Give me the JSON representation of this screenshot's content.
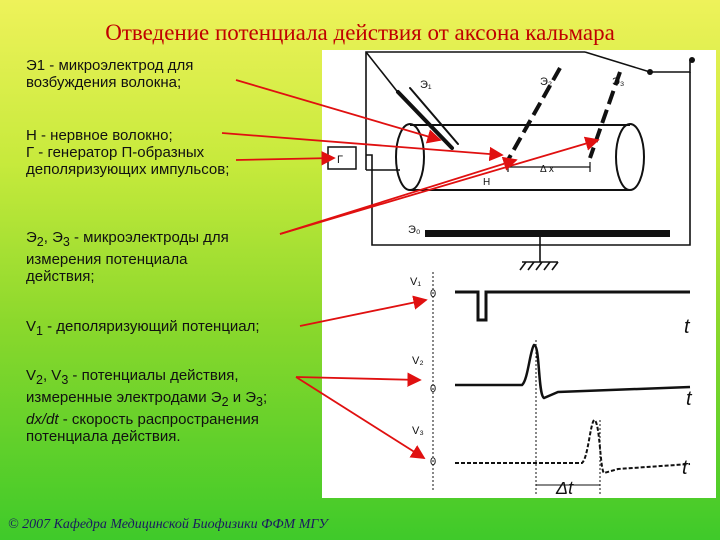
{
  "title": "Отведение потенциала действия от аксона кальмара",
  "left_texts": {
    "e1_line1": "Э1 - микроэлектрод для",
    "e1_line2": "возбуждения волокна;",
    "n_line": "Н - нервное волокно;",
    "g_line1": "Г - генератор П-образных",
    "g_line2": "деполяризующих импульсов;",
    "e23_pre": "Э",
    "e23_sub1": "2",
    "e23_mid": ", Э",
    "e23_sub2": "3",
    "e23_post": " - микроэлектроды для",
    "e23_line2": "измерения потенциала",
    "e23_line3": "действия;",
    "v1_pre": "V",
    "v1_sub": "1",
    "v1_post": " - деполяризующий потенциал;",
    "v23_pre": "V",
    "v23_sub1": "2",
    "v23_mid": ", V",
    "v23_sub2": "3",
    "v23_post": " - потенциалы действия,",
    "v23_line2_pre": "измеренные электродами Э",
    "v23_line2_sub1": "2",
    "v23_line2_mid": " и Э",
    "v23_line2_sub2": "3",
    "v23_line2_post": ";",
    "dxdt_italic": "dx/dt",
    "dxdt_post": " - скорость распространения",
    "dxdt_line2": "потенциала действия."
  },
  "diagram_labels": {
    "e1": "Э₁",
    "e2": "Э₂",
    "e3": "Э₃",
    "e0": "Э₀",
    "generator": "Г",
    "fiber": "Н",
    "delta_x": "Δ x",
    "v1": "V₁",
    "v2": "V₂",
    "v3": "V₃",
    "zero1": "0",
    "zero2": "0",
    "zero3": "0",
    "t1": "t",
    "t2": "t",
    "t3": "t",
    "delta_t": "Δt"
  },
  "footer": "© 2007 Кафедра Медицинской Биофизики ФФМ МГУ",
  "colors": {
    "title": "#c00000",
    "arrows": "#e01010"
  }
}
